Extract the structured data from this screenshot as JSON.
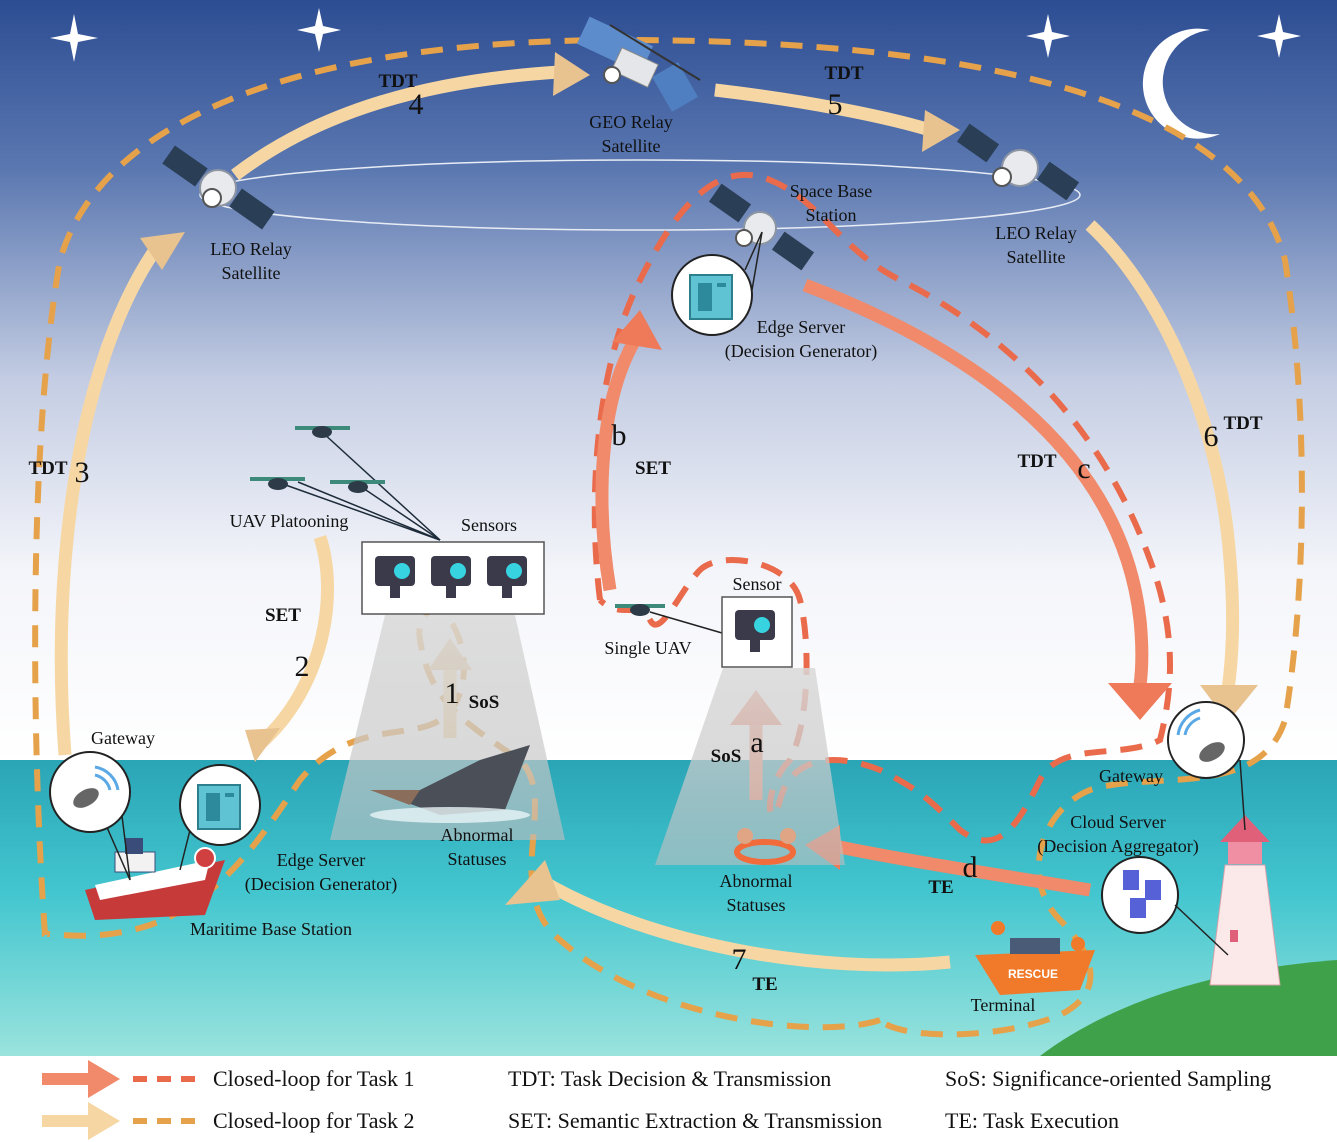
{
  "labels": {
    "geo_relay": [
      "GEO Relay",
      "Satellite"
    ],
    "leo_left": [
      "LEO Relay",
      "Satellite"
    ],
    "leo_right": [
      "LEO Relay",
      "Satellite"
    ],
    "space_bs": [
      "Space Base",
      "Station"
    ],
    "edge_space": [
      "Edge Server",
      "(Decision Generator)"
    ],
    "uav_platooning": "UAV Platooning",
    "sensors": "Sensors",
    "sensor": "Sensor",
    "single_uav": "Single UAV",
    "gateway_left": "Gateway",
    "gateway_right": "Gateway",
    "edge_maritime": [
      "Edge Server",
      "(Decision Generator)"
    ],
    "maritime_bs": "Maritime Base Station",
    "abnormal_left": [
      "Abnormal",
      "Statuses"
    ],
    "abnormal_right": [
      "Abnormal",
      "Statuses"
    ],
    "cloud": [
      "Cloud Server",
      "(Decision Aggregator)"
    ],
    "terminal": "Terminal",
    "rescue": "RESCUE"
  },
  "steps": {
    "s1": "1",
    "s2": "2",
    "s3": "3",
    "s4": "4",
    "s5": "5",
    "s6": "6",
    "s7": "7",
    "a": "a",
    "b": "b",
    "c": "c",
    "d": "d"
  },
  "abbrevs": {
    "tdt": "TDT",
    "set": "SET",
    "sos": "SoS",
    "te": "TE"
  },
  "legend": {
    "task1": "Closed-loop for Task 1",
    "task2": "Closed-loop for Task 2",
    "tdt": "TDT: Task Decision & Transmission",
    "set": "SET: Semantic Extraction & Transmission",
    "sos": "SoS: Significance-oriented Sampling",
    "te": "TE: Task Execution"
  },
  "colors": {
    "task1_arrow": "#f08a6a",
    "task1_dash": "#ea6a4c",
    "task2_arrow": "#f6d7a4",
    "task2_dash": "#e6a24a",
    "sky_top": "#2f4f95",
    "sky_bottom": "#ffffff",
    "sea": "#3bb6c6"
  }
}
